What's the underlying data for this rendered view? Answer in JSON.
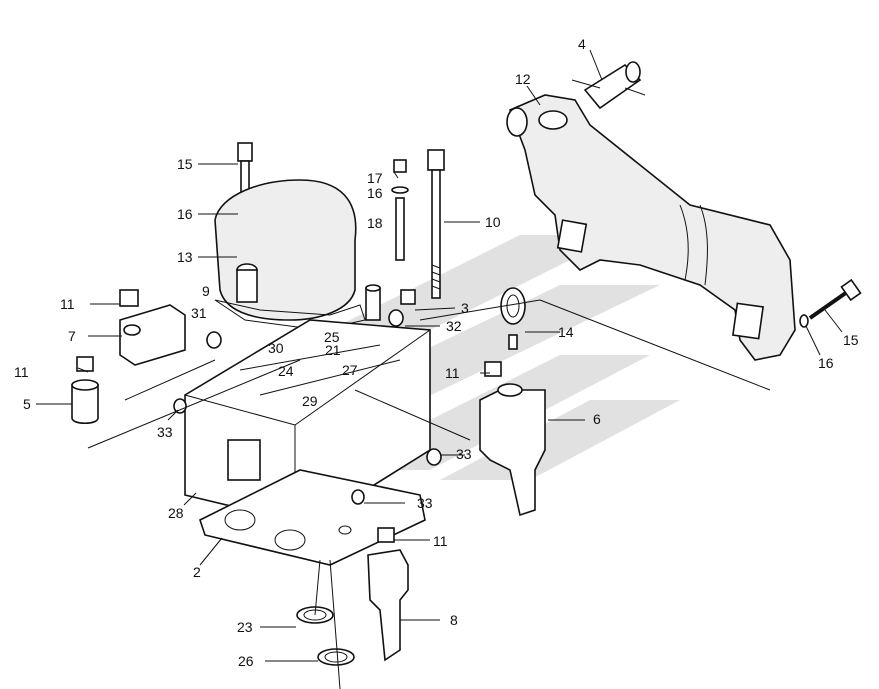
{
  "watermark_color": "#c9c9c9",
  "callouts": [
    {
      "id": "4",
      "text": "4"
    },
    {
      "id": "12",
      "text": "12"
    },
    {
      "id": "15a",
      "text": "15"
    },
    {
      "id": "16a",
      "text": "16"
    },
    {
      "id": "13",
      "text": "13"
    },
    {
      "id": "17",
      "text": "17"
    },
    {
      "id": "16b",
      "text": "16"
    },
    {
      "id": "18",
      "text": "18"
    },
    {
      "id": "10",
      "text": "10"
    },
    {
      "id": "9",
      "text": "9"
    },
    {
      "id": "11a",
      "text": "11"
    },
    {
      "id": "7",
      "text": "7"
    },
    {
      "id": "31",
      "text": "31"
    },
    {
      "id": "3",
      "text": "3"
    },
    {
      "id": "32",
      "text": "32"
    },
    {
      "id": "25",
      "text": "25"
    },
    {
      "id": "14",
      "text": "14"
    },
    {
      "id": "15b",
      "text": "15"
    },
    {
      "id": "16c",
      "text": "16"
    },
    {
      "id": "30",
      "text": "30"
    },
    {
      "id": "21",
      "text": "21"
    },
    {
      "id": "27",
      "text": "27"
    },
    {
      "id": "11b",
      "text": "11"
    },
    {
      "id": "24",
      "text": "24"
    },
    {
      "id": "11c",
      "text": "11"
    },
    {
      "id": "5",
      "text": "5"
    },
    {
      "id": "29",
      "text": "29"
    },
    {
      "id": "6",
      "text": "6"
    },
    {
      "id": "33a",
      "text": "33"
    },
    {
      "id": "33b",
      "text": "33"
    },
    {
      "id": "33c",
      "text": "33"
    },
    {
      "id": "28",
      "text": "28"
    },
    {
      "id": "11d",
      "text": "11"
    },
    {
      "id": "2",
      "text": "2"
    },
    {
      "id": "8",
      "text": "8"
    },
    {
      "id": "23",
      "text": "23"
    },
    {
      "id": "26",
      "text": "26"
    }
  ]
}
